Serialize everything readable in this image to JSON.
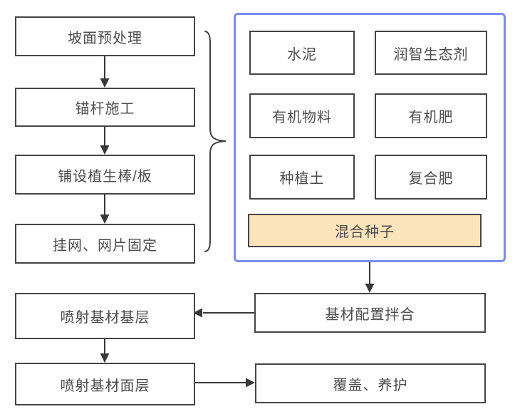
{
  "diagram": {
    "title_hint": "slope greening construction flowchart",
    "left_steps": [
      {
        "label": "坡面预处理"
      },
      {
        "label": "锚杆施工"
      },
      {
        "label": "铺设植生棒/板"
      },
      {
        "label": "挂网、网片固定"
      },
      {
        "label": "喷射基材基层"
      },
      {
        "label": "喷射基材面层"
      }
    ],
    "materials": {
      "items": [
        {
          "label": "水泥"
        },
        {
          "label": "润智生态剂"
        },
        {
          "label": "有机物料"
        },
        {
          "label": "有机肥"
        },
        {
          "label": "种植土"
        },
        {
          "label": "复合肥"
        }
      ],
      "highlight": {
        "label": "混合种子"
      }
    },
    "mix_step": {
      "label": "基材配置拌合"
    },
    "final_step": {
      "label": "覆盖、养护"
    },
    "colors": {
      "background": "#ffffff",
      "box_border": "#454545",
      "text": "#4c4c4c",
      "group_border": "#7b8bef",
      "highlight_fill": "#fbe3bb",
      "arrow": "#383838"
    }
  }
}
